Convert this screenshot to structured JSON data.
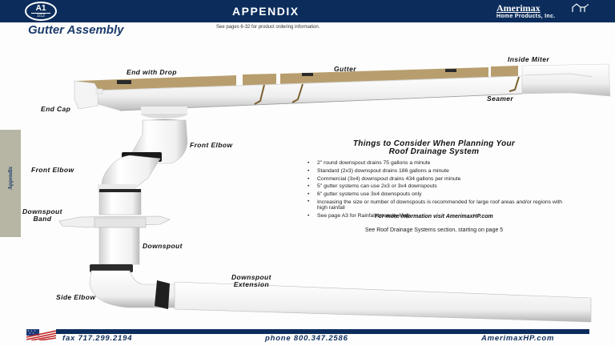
{
  "header": {
    "page_code": "A1",
    "page_sub": "1/12",
    "title": "APPENDIX",
    "brand_name": "Amerimax",
    "brand_sub": "Home Products, Inc.",
    "brand_icon": "house-outline-icon",
    "bar_color": "#0c2d5c"
  },
  "document": {
    "title": "Gutter Assembly",
    "ordering_note": "See pages 6-32 for product ordering information."
  },
  "side_tab": {
    "label": "Appendix",
    "color": "#b7b6a4"
  },
  "diagram": {
    "labels": {
      "end_with_drop": "End with Drop",
      "gutter": "Gutter",
      "inside_miter": "Inside Miter",
      "end_cap": "End Cap",
      "seamer": "Seamer",
      "front_elbow_right": "Front Elbow",
      "front_elbow_left": "Front Elbow",
      "downspout_band": [
        "Downspout",
        "Band"
      ],
      "downspout": "Downspout",
      "downspout_extension": [
        "Downspout",
        "Extension"
      ],
      "side_elbow": "Side Elbow"
    },
    "colors": {
      "fascia": "#b89e6e",
      "gutter_white": "#f2f2f2",
      "gutter_shadow": "#c9c9c9",
      "band_dark": "#1a1a1a"
    }
  },
  "info": {
    "title_line1": "Things to Consider When Planning Your",
    "title_line2": "Roof Drainage System",
    "bullets": [
      "2\" round downspout drains 75 gallons a minute",
      "Standard (2x3) downspout drains 186 gallons a minute",
      "Commercial (3x4) downspout drains 434 gallons per minute",
      "5\" gutter systems can use 2x3 or 3x4 downspouts",
      "6\" gutter systems use 3x4 downspouts only",
      "Increasing the size or number of downspouts is recommended for large roof areas and/or regions with high rainfall",
      "See page A3 for Rainfall Intensity Map"
    ],
    "more_info": "For more information visit AmerimaxHP.com",
    "see_section": "See Roof Drainage Systems section, starting on page 5"
  },
  "footer": {
    "fax": "fax 717.299.2194",
    "phone": "phone 800.347.2586",
    "website": "AmerimaxHP.com",
    "flag_icon": "american-flag-icon"
  }
}
